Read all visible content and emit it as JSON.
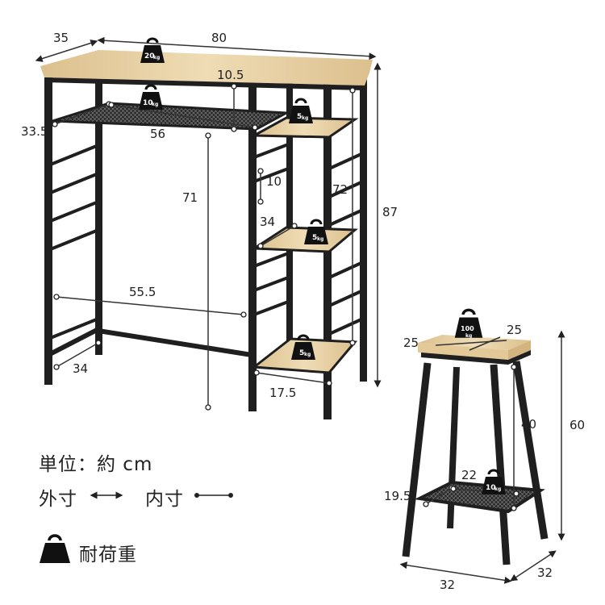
{
  "desk": {
    "width": "80",
    "depth": "35",
    "height": "87",
    "inner_width_top": "56",
    "inner_depth_top": "33.5",
    "top_gap": "10.5",
    "leg_clearance": "71",
    "shelf_gap": "10",
    "shelf_span": "72",
    "shelf_depth": "34",
    "inner_width_bottom": "55.5",
    "foot_depth": "34",
    "shelf_width": "17.5",
    "load_top": "20",
    "load_net": "10",
    "load_shelf1": "5",
    "load_shelf2": "5",
    "load_shelf3": "5",
    "load_unit": "kg"
  },
  "stool": {
    "seat_w": "25",
    "seat_d": "25",
    "height": "60",
    "inner_h": "40",
    "inner_w": "22",
    "inner_d": "19.5",
    "base_w": "32",
    "base_d": "32",
    "load_seat": "100",
    "load_net": "10",
    "load_unit": "kg"
  },
  "legend": {
    "unit": "単位：約 cm",
    "outer": "外寸",
    "inner": "内寸",
    "load": "耐荷重"
  },
  "colors": {
    "frame": "#1f1f1f",
    "wood": "#e8d2a6",
    "weight_icon": "#111111"
  },
  "icons": [
    "weight-icon",
    "double-arrow-icon",
    "dot-line-icon"
  ]
}
